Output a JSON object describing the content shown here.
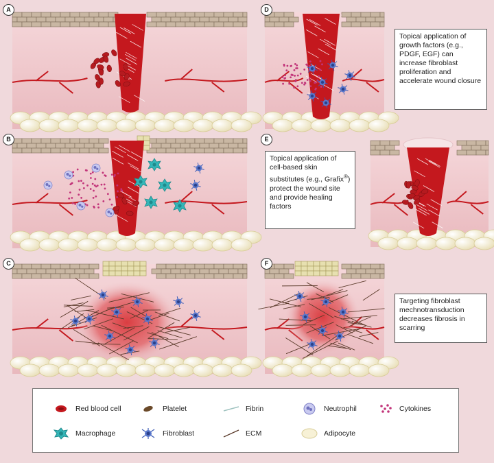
{
  "panels": {
    "a": {
      "letter": "A"
    },
    "b": {
      "letter": "B"
    },
    "c": {
      "letter": "C"
    },
    "d": {
      "letter": "D"
    },
    "e": {
      "letter": "E"
    },
    "f": {
      "letter": "F"
    }
  },
  "captions": {
    "d": "Topical application of growth factors (e.g., PDGF, EGF) can increase fibroblast proliferation and accelerate wound closure",
    "e_line1": "Topical application of cell-based skin substitutes",
    "e_line2_prefix": "(e.g., Grafix",
    "e_line2_reg": "®",
    "e_line2_suffix": ") protect the wound site and provide healing factors",
    "f": "Targeting fibroblast mechnotransduction decreases fibrosis in scarring"
  },
  "legend": {
    "red_blood_cell": "Red blood cell",
    "platelet": "Platelet",
    "fibrin": "Fibrin",
    "neutrophil": "Neutrophil",
    "cytokines": "Cytokines",
    "macrophage": "Macrophage",
    "fibroblast": "Fibroblast",
    "ecm": "ECM",
    "adipocyte": "Adipocyte"
  },
  "colors": {
    "background": "#f0d9dc",
    "dermis": "#eec7cb",
    "wound": "#c4181e",
    "epidermis": "#c9b7a3",
    "new_epidermis": "#e7e0b0",
    "adipocyte": "#f7f1d6",
    "vessel": "#c4181e",
    "neutrophil": "#a7a8e0",
    "macrophage": "#34b6b8",
    "fibroblast": "#3c5bb5",
    "cytokine": "#c2357a",
    "platelet": "#6b4a2a",
    "ecm": "#5a3a2a",
    "fibrin": "#9fc3c0"
  }
}
